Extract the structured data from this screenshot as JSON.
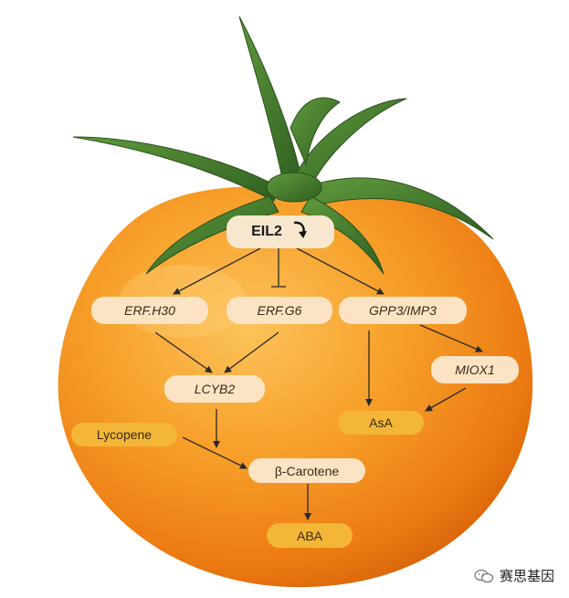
{
  "diagram": {
    "nodes": {
      "eil2": "EIL2",
      "erf_h30": "ERF.H30",
      "erf_g6": "ERF.G6",
      "gpp3_imp3": "GPP3/IMP3",
      "lcyb2": "LCYB2",
      "miox1": "MIOX1",
      "asa": "AsA",
      "lycopene": "Lycopene",
      "beta_carotene": "β-Carotene",
      "aba": "ABA"
    },
    "eil2_indicator": "down-curved-arrow",
    "edges": [
      {
        "from": "EIL2",
        "to": "ERF.H30",
        "type": "activation"
      },
      {
        "from": "EIL2",
        "to": "ERF.G6",
        "type": "inhibition"
      },
      {
        "from": "EIL2",
        "to": "GPP3/IMP3",
        "type": "activation"
      },
      {
        "from": "ERF.H30",
        "to": "LCYB2",
        "type": "activation"
      },
      {
        "from": "ERF.G6",
        "to": "LCYB2",
        "type": "activation"
      },
      {
        "from": "GPP3/IMP3",
        "to": "AsA",
        "type": "activation"
      },
      {
        "from": "GPP3/IMP3",
        "to": "MIOX1",
        "type": "activation"
      },
      {
        "from": "MIOX1",
        "to": "AsA",
        "type": "activation"
      },
      {
        "from": "LCYB2",
        "to": "β-Carotene",
        "type": "activation"
      },
      {
        "from": "Lycopene",
        "to": "β-Carotene",
        "type": "activation"
      },
      {
        "from": "β-Carotene",
        "to": "ABA",
        "type": "activation"
      }
    ]
  },
  "watermark": {
    "text": "赛思基因",
    "icon": "wechat-icon"
  },
  "colors": {
    "tomato_body": "#f28a1c",
    "tomato_highlight": "#fbb34a",
    "stem_green": "#3f7a2c",
    "node_light": "#fbe3c4",
    "node_gold": "#f3b637",
    "arrow": "#2a2a2a"
  }
}
